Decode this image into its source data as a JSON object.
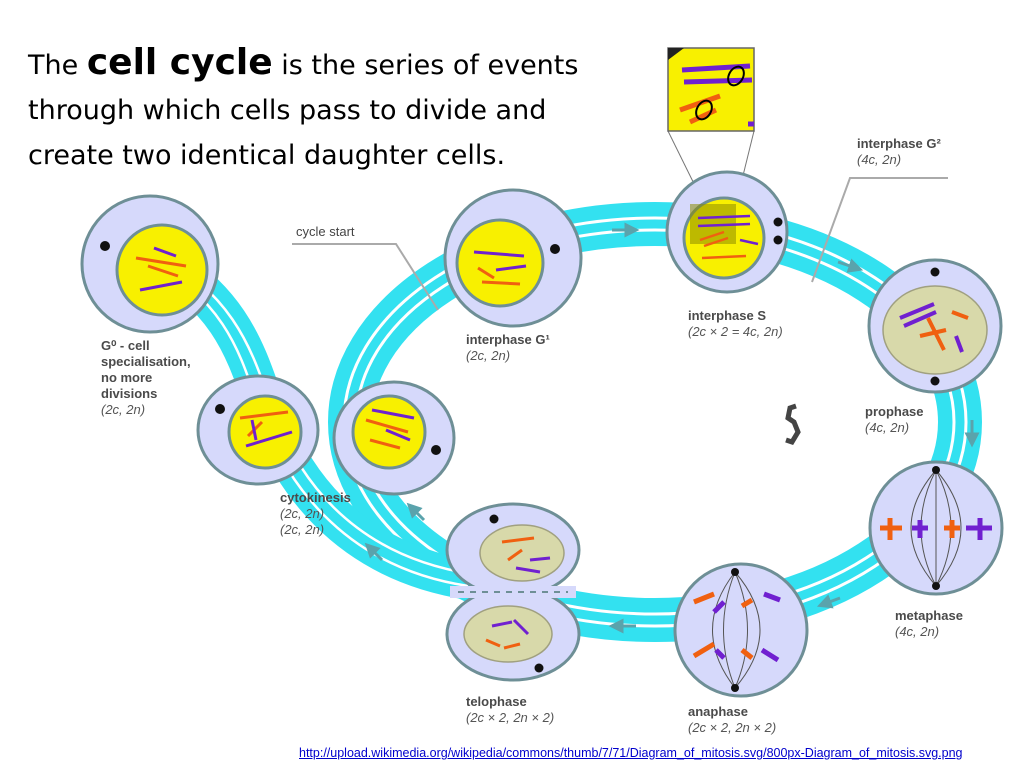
{
  "heading": {
    "prefix": "The",
    "emphasis": "cell cycle",
    "line1_rest": "is the series of events",
    "line2": "through which cells pass to divide and",
    "line3": "create two identical daughter cells."
  },
  "labels": {
    "cycle_start": "cycle start",
    "g0": [
      "G⁰ - cell",
      "specialisation,",
      "no more",
      "divisions"
    ],
    "g0_formula": "(2c, 2n)",
    "g1_name": "interphase G¹",
    "g1_formula": "(2c, 2n)",
    "s_name": "interphase S",
    "s_formula": "(2c × 2 = 4c, 2n)",
    "g2_name": "interphase G²",
    "g2_formula": "(4c, 2n)",
    "prophase_name": "prophase",
    "prophase_formula": "(4c, 2n)",
    "metaphase_name": "metaphase",
    "metaphase_formula": "(4c, 2n)",
    "anaphase_name": "anaphase",
    "anaphase_formula": "(2c × 2, 2n × 2)",
    "telophase_name": "telophase",
    "telophase_formula": "(2c × 2, 2n × 2)",
    "cytokinesis_name": "cytokinesis",
    "cytokinesis_formula1": "(2c, 2n)",
    "cytokinesis_formula2": "(2c, 2n)"
  },
  "source_link": "http://upload.wikimedia.org/wikipedia/commons/thumb/7/71/Diagram_of_mitosis.svg/800px-Diagram_of_mitosis.svg.png",
  "colors": {
    "track": "#33e1f0",
    "track_line": "#ffffff",
    "cell_body": "#d6d9fb",
    "cell_border": "#6e8f96",
    "nucleus": "#f8f000",
    "nucleus_late": "#d8d9aa",
    "chromosome_orange": "#f06010",
    "chromosome_purple": "#7020d0"
  }
}
